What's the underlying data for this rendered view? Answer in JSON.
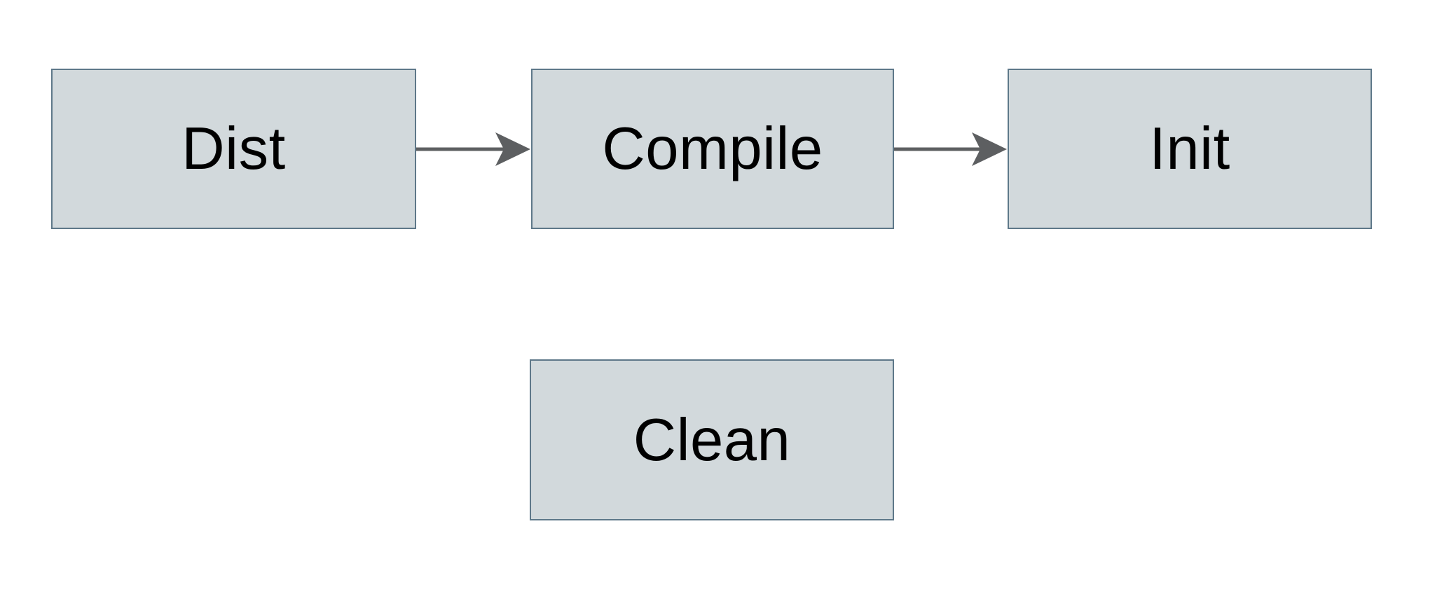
{
  "diagram": {
    "colors": {
      "background": "#ffffff",
      "box_fill": "#d2d9dc",
      "box_border": "#5e7889",
      "arrow": "#5d5f61",
      "label_text": "#000000"
    },
    "nodes": [
      {
        "id": "dist",
        "label": "Dist"
      },
      {
        "id": "compile",
        "label": "Compile"
      },
      {
        "id": "init",
        "label": "Init"
      },
      {
        "id": "clean",
        "label": "Clean"
      }
    ],
    "edges": [
      {
        "from": "Dist",
        "to": "Compile",
        "style": "solid-arrow"
      },
      {
        "from": "Compile",
        "to": "Init",
        "style": "solid-arrow"
      }
    ]
  }
}
